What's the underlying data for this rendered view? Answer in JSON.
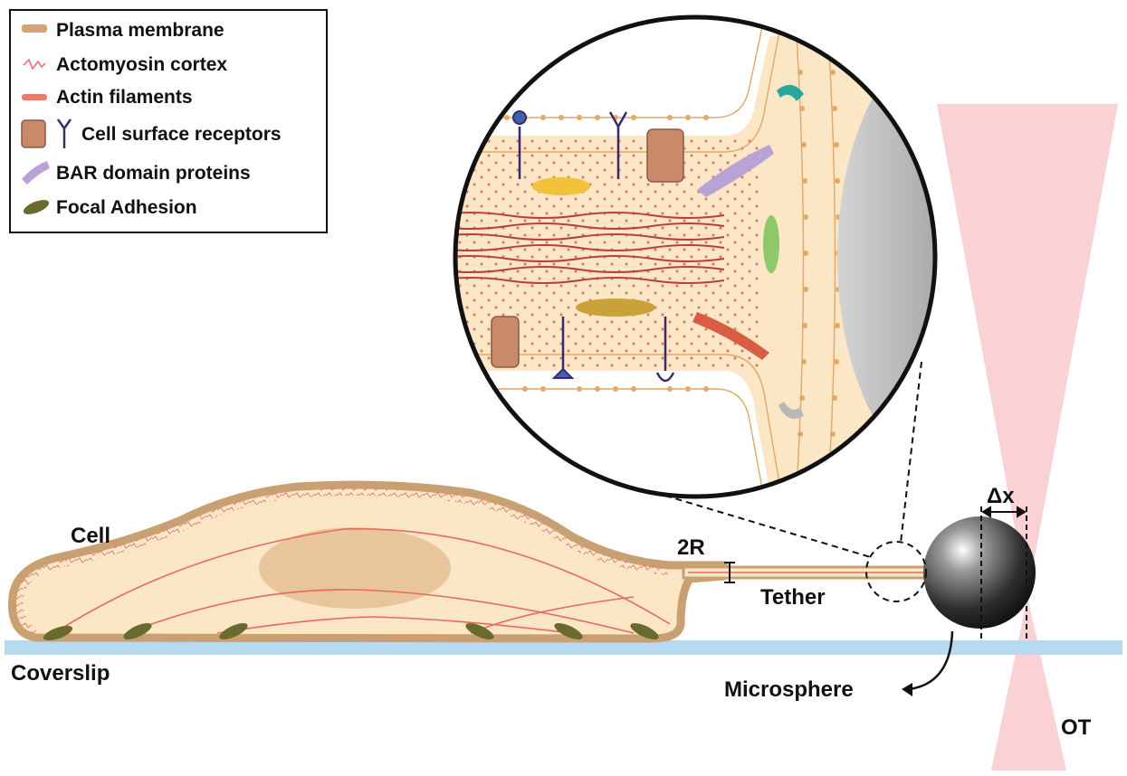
{
  "legend": {
    "items": [
      {
        "label": "Plasma membrane",
        "icon": "membrane-swatch-icon",
        "color": "#d4a574"
      },
      {
        "label": "Actomyosin cortex",
        "icon": "cortex-squiggle-icon",
        "color": "#e8707a"
      },
      {
        "label": "Actin filaments",
        "icon": "actin-line-icon",
        "color": "#ee7a6c"
      },
      {
        "label": "Cell surface receptors",
        "icon": "receptor-icon",
        "color": "#c98a6a"
      },
      {
        "label": "BAR domain proteins",
        "icon": "bar-protein-icon",
        "color": "#b9a3d6"
      },
      {
        "label": "Focal Adhesion",
        "icon": "focal-adhesion-icon",
        "color": "#6b6a2e"
      }
    ]
  },
  "labels": {
    "cell": "Cell",
    "coverslip": "Coverslip",
    "tether": "Tether",
    "tether_radius": "2R",
    "microsphere": "Microsphere",
    "displacement": "Δx",
    "optical_trap": "OT"
  },
  "colors": {
    "cytoplasm": "#fbe6c6",
    "membrane": "#c9a071",
    "nucleus": "#e8c59a",
    "coverslip": "#b7daf0",
    "laser": "#f9c9cc",
    "actin": "#e76a5f"
  }
}
